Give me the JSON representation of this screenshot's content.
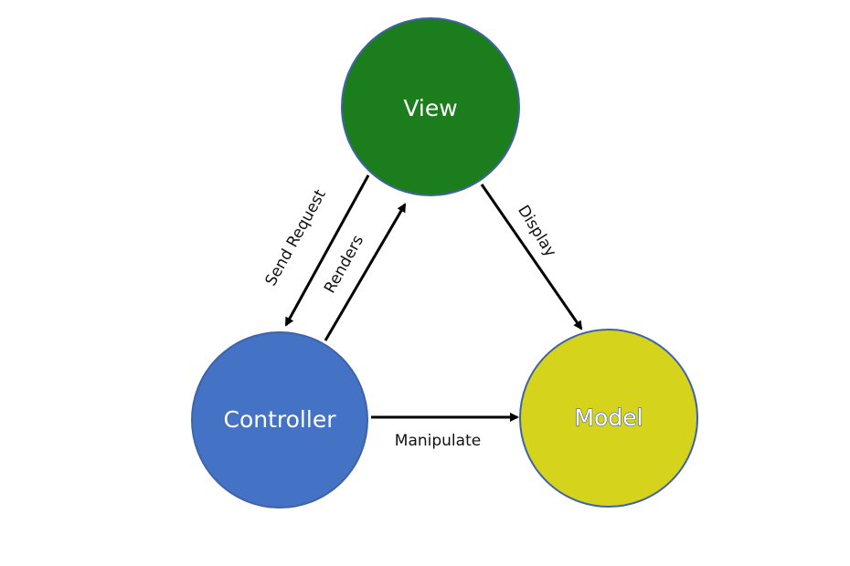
{
  "nodes": {
    "view": {
      "label": "View",
      "color": "#1b7d1b"
    },
    "controller": {
      "label": "Controller",
      "color": "#4472c4"
    },
    "model": {
      "label": "Model",
      "color": "#d5d31c"
    }
  },
  "edges": {
    "send_request": {
      "label": "Send Request",
      "from": "View",
      "to": "Controller"
    },
    "renders": {
      "label": "Renders",
      "from": "Controller",
      "to": "View"
    },
    "display": {
      "label": "Display",
      "from": "View",
      "to": "Model"
    },
    "manipulate": {
      "label": "Manipulate",
      "from": "Controller",
      "to": "Model"
    }
  },
  "colors": {
    "outline": "#3f63a8",
    "arrow": "#000000"
  }
}
